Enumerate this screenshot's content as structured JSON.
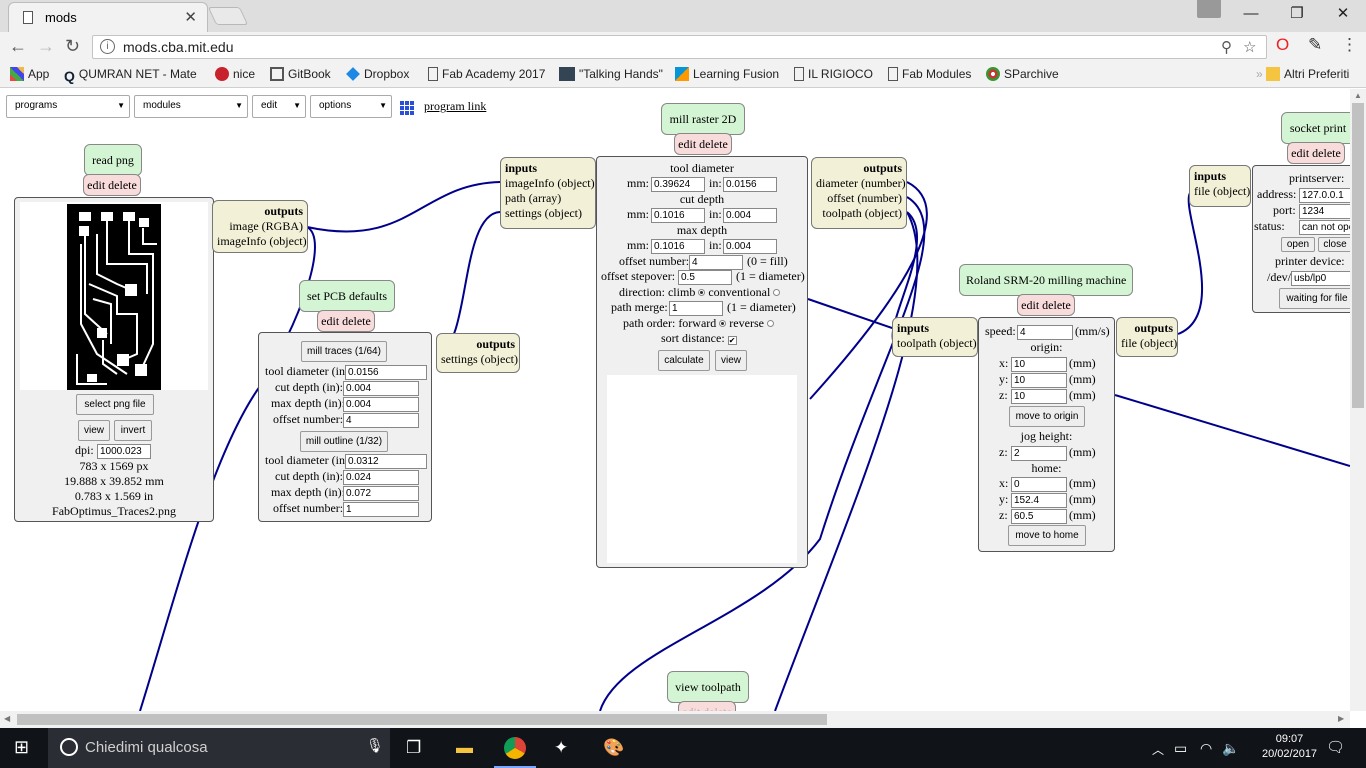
{
  "browser": {
    "tab_title": "mods",
    "url": "mods.cba.mit.edu",
    "bookmarks": [
      "App",
      "QUMRAN NET - Mate",
      "nice",
      "GitBook",
      "Dropbox",
      "Fab Academy 2017",
      "\"Talking Hands\"",
      "Learning Fusion",
      "IL RIGIOCO",
      "Fab Modules",
      "SParchive"
    ],
    "other_bookmarks": "Altri Preferiti"
  },
  "menus": {
    "programs": "programs",
    "modules": "modules",
    "edit": "edit",
    "options": "options",
    "program_link": "program link"
  },
  "common": {
    "edit_delete": "edit delete",
    "outputs": "outputs",
    "inputs": "inputs"
  },
  "read_png": {
    "title": "read png",
    "outputs": [
      "image (RGBA)",
      "imageInfo (object)"
    ],
    "select_button": "select png file",
    "view_button": "view",
    "invert_button": "invert",
    "dpi_label": "dpi:",
    "dpi_value": "1000.023",
    "px": "783 x 1569 px",
    "mm": "19.888 x 39.852 mm",
    "in": "0.783 x 1.569 in",
    "filename": "FabOptimus_Traces2.png"
  },
  "set_pcb": {
    "title": "set PCB defaults",
    "traces_button": "mill traces (1/64)",
    "outline_button": "mill outline (1/32)",
    "labels": [
      "tool diameter (in):",
      "cut depth (in):",
      "max depth (in):",
      "offset number:"
    ],
    "traces_values": [
      "0.0156",
      "0.004",
      "0.004",
      "4"
    ],
    "outline_values": [
      "0.0312",
      "0.024",
      "0.072",
      "1"
    ],
    "outputs": [
      "settings (object)"
    ]
  },
  "mill_raster": {
    "title": "mill raster 2D",
    "inputs": [
      "imageInfo (object)",
      "path (array)",
      "settings (object)"
    ],
    "outputs": [
      "diameter (number)",
      "offset (number)",
      "toolpath (object)"
    ],
    "tool_diameter_label": "tool diameter",
    "cut_depth_label": "cut depth",
    "max_depth_label": "max depth",
    "mm_label": "mm:",
    "in_label": "in:",
    "tool_mm": "0.39624",
    "tool_in": "0.0156",
    "cut_mm": "0.1016",
    "cut_in": "0.004",
    "max_mm": "0.1016",
    "max_in": "0.004",
    "offset_number_label": "offset number:",
    "offset_number": "4",
    "offset_number_note": "(0 = fill)",
    "stepover_label": "offset stepover:",
    "stepover": "0.5",
    "stepover_note": "(1 = diameter)",
    "direction_label": "direction: climb",
    "direction_alt": "conventional",
    "merge_label": "path merge:",
    "merge": "1",
    "merge_note": "(1 = diameter)",
    "order_label": "path order: forward",
    "order_alt": "reverse",
    "sort_label": "sort distance:",
    "calculate_button": "calculate",
    "view_button": "view"
  },
  "roland": {
    "title": "Roland SRM-20 milling machine",
    "inputs": [
      "toolpath (object)"
    ],
    "outputs": [
      "file (object)"
    ],
    "speed_label": "speed:",
    "speed": "4",
    "speed_unit": "(mm/s)",
    "origin_label": "origin:",
    "x_label": "x:",
    "y_label": "y:",
    "z_label": "z:",
    "mm_unit": "(mm)",
    "origin_x": "10",
    "origin_y": "10",
    "origin_z": "10",
    "move_origin_button": "move to origin",
    "jog_label": "jog height:",
    "jog_z": "2",
    "home_label": "home:",
    "home_x": "0",
    "home_y": "152.4",
    "home_z": "60.5",
    "move_home_button": "move to home"
  },
  "socket_print": {
    "title": "socket print",
    "inputs": [
      "file (object)"
    ],
    "printserver_label": "printserver:",
    "address_label": "address:",
    "address": "127.0.0.1",
    "port_label": "port:",
    "port": "1234",
    "status_label": "status:",
    "status": "can not open",
    "open_button": "open",
    "close_button": "close",
    "device_label": "printer device:",
    "dev_label": "/dev/",
    "dev": "usb/lp0",
    "waiting_button": "waiting for file"
  },
  "view_toolpath": {
    "title": "view toolpath"
  },
  "taskbar": {
    "search_placeholder": "Chiedimi qualcosa",
    "time": "09:07",
    "date": "20/02/2017"
  }
}
